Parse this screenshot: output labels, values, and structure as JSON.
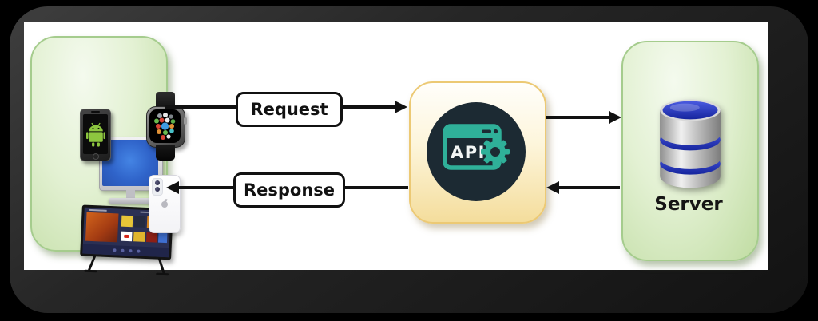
{
  "diagram": {
    "nodes": {
      "clients": {
        "name": "client-devices",
        "devices": [
          "android-phone",
          "apple-watch",
          "desktop-monitor",
          "iphone",
          "smart-tv"
        ]
      },
      "api": {
        "label": "API"
      },
      "server": {
        "label": "Server"
      }
    },
    "arrows": [
      {
        "label": "Request",
        "from": "clients",
        "to": "api",
        "direction": "right"
      },
      {
        "label": "Response",
        "from": "api",
        "to": "clients",
        "direction": "left"
      },
      {
        "label": "",
        "from": "api",
        "to": "server",
        "direction": "right"
      },
      {
        "label": "",
        "from": "server",
        "to": "api",
        "direction": "left"
      }
    ],
    "colors": {
      "node_green_fill": "#e3f1d3",
      "node_green_border": "#a5cc8d",
      "api_yellow_fill": "#fdf5da",
      "api_yellow_border": "#ecc974",
      "api_circle": "#1c2a33",
      "api_icon_teal": "#2fb099",
      "database_blue": "#2433b8",
      "database_silver": "#c2c2c2",
      "arrow_black": "#111111",
      "panel_white": "#ffffff",
      "frame_dark": "#262626"
    }
  }
}
